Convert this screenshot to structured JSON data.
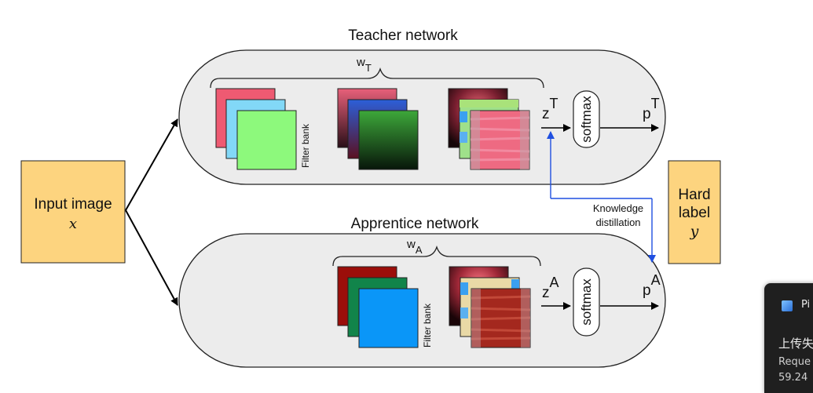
{
  "diagram": {
    "input": {
      "label": "Input image",
      "symbol": "x"
    },
    "teacher": {
      "title": "Teacher network",
      "weights": "w",
      "weights_sub": "T",
      "filter_bank": "Filter bank",
      "logit": "z",
      "logit_sup": "T",
      "softmax": "softmax",
      "output": "p",
      "output_sup": "T"
    },
    "apprentice": {
      "title": "Apprentice network",
      "weights": "w",
      "weights_sub": "A",
      "filter_bank": "Filter bank",
      "logit": "z",
      "logit_sup": "A",
      "softmax": "softmax",
      "output": "p",
      "output_sup": "A"
    },
    "hard_label": {
      "line1": "Hard",
      "line2": "label",
      "symbol": "y"
    },
    "distillation": {
      "line1": "Knowledge",
      "line2": "distillation"
    },
    "colors": {
      "box_fill": "#fdd47f",
      "network_fill": "#ececec",
      "distill_arrow": "#1f4fe0",
      "teacher_filters": [
        "#ee5a72",
        "#82d8f7",
        "#8df97c"
      ],
      "apprentice_filters": [
        "#9b0e0a",
        "#11844a",
        "#0a96f8"
      ]
    }
  },
  "notification": {
    "app_icon": "app-icon",
    "title": "Pi",
    "heading": "上传失",
    "body_line1": "Reque",
    "body_line2": "59.24"
  }
}
